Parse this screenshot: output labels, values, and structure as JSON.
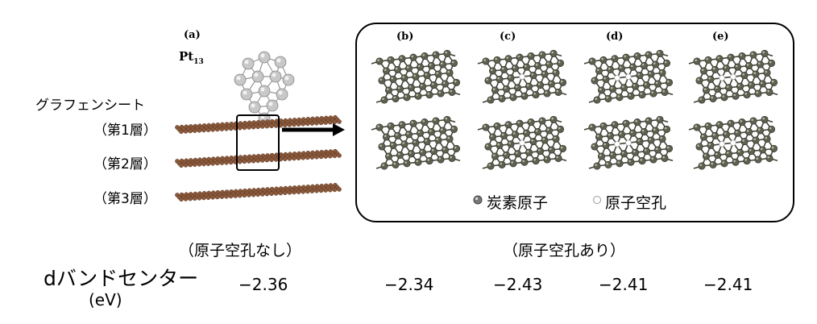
{
  "panel_a": {
    "label": "(a)",
    "pt_label": "Pt",
    "pt_sub": "13",
    "graphene_title": "グラフェンシート",
    "layers": [
      "（第1層）",
      "（第2層）",
      "（第3層）"
    ]
  },
  "panels": [
    {
      "label": "(b)"
    },
    {
      "label": "(c)"
    },
    {
      "label": "(d)"
    },
    {
      "label": "(e)"
    }
  ],
  "legend": {
    "carbon": "炭素原子",
    "vacancy": "原子空孔"
  },
  "groups": {
    "no_vacancy": "（原子空孔なし）",
    "with_vacancy": "（原子空孔あり）"
  },
  "row": {
    "head": "dバンドセンター",
    "unit": "(eV)",
    "values": [
      "−2.36",
      "−2.34",
      "−2.43",
      "−2.41",
      "−2.41"
    ]
  },
  "colors": {
    "graphene": "#8B5A3C",
    "carbon": "#5E6150",
    "platinum": "#C8C8C8"
  }
}
